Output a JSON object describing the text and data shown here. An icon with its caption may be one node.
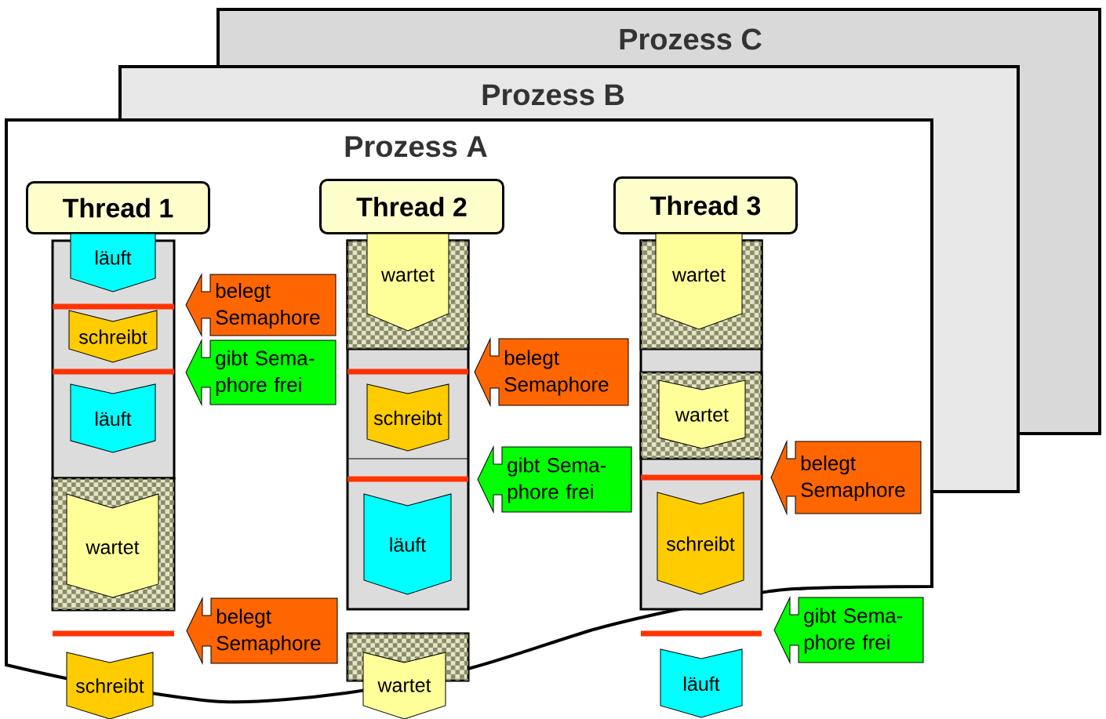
{
  "diagram": {
    "nodes": [
      {
        "text": [
          "Prozess C"
        ]
      },
      {
        "text": [
          "Prozess B"
        ]
      },
      {
        "text": [
          "Prozess A"
        ]
      },
      {
        "text": [
          "Thread 1"
        ],
        "in": 2
      },
      {
        "text": [
          "Thread 2"
        ],
        "in": 2
      },
      {
        "text": [
          "Thread 3"
        ],
        "in": 2
      },
      {
        "text": [
          "läuft"
        ],
        "in": 2
      },
      {
        "text": [
          "schreibt"
        ],
        "in": 2
      },
      {
        "text": [
          "läuft"
        ],
        "in": 2
      },
      {
        "text": [
          "wartet"
        ],
        "in": 2
      },
      {
        "text": [
          "schreibt"
        ]
      },
      {
        "text": [
          "belegt Semaphore"
        ],
        "in": 2
      },
      {
        "text": [
          "gibt Sema- phore frei"
        ],
        "in": 2
      },
      {
        "text": [
          "belegt Semaphore"
        ],
        "in": 2
      },
      {
        "text": [
          "wartet"
        ],
        "in": 2
      },
      {
        "text": [
          "schreibt"
        ],
        "in": 2
      },
      {
        "text": [
          "läuft"
        ],
        "in": 2
      },
      {
        "text": [
          "wartet"
        ]
      },
      {
        "text": [
          "belegt Semaphore"
        ],
        "in": 2
      },
      {
        "text": [
          "gibt Sema- phore frei"
        ],
        "in": 2
      },
      {
        "text": [
          "wartet"
        ],
        "in": 2
      },
      {
        "text": [
          "wartet"
        ],
        "in": 2
      },
      {
        "text": [
          "schreibt"
        ],
        "in": 2
      },
      {
        "text": [
          "läuft"
        ]
      },
      {
        "text": [
          "belegt Semaphore"
        ],
        "in": 2
      },
      {
        "text": [
          "gibt Sema- phore frei"
        ]
      }
    ]
  }
}
